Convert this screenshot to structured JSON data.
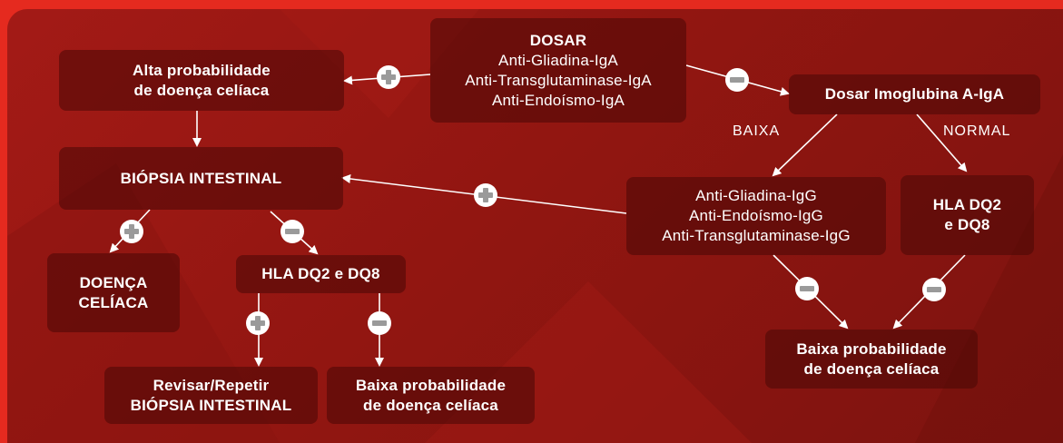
{
  "nodes": {
    "dosar": {
      "title": "DOSAR",
      "lines": [
        "Anti-Gliadina-IgA",
        "Anti-Transglutaminase-IgA",
        "Anti-Endoísmo-IgA"
      ]
    },
    "alta": {
      "lines": [
        "Alta probabilidade",
        "de doença celíaca"
      ]
    },
    "imoglubina": {
      "text": "Dosar Imoglubina A-IgA"
    },
    "biopsia": {
      "text": "BIÓPSIA INTESTINAL"
    },
    "igg": {
      "lines": [
        "Anti-Gliadina-IgG",
        "Anti-Endoísmo-IgG",
        "Anti-Transglutaminase-IgG"
      ]
    },
    "hla_right": {
      "lines": [
        "HLA DQ2",
        "e DQ8"
      ]
    },
    "doenca": {
      "lines": [
        "DOENÇA",
        "CELÍACA"
      ]
    },
    "hla_mid": {
      "text": "HLA DQ2 e DQ8"
    },
    "baixa_right": {
      "lines": [
        "Baixa probabilidade",
        "de doença celíaca"
      ]
    },
    "revisar": {
      "lines": [
        "Revisar/Repetir",
        "BIÓPSIA INTESTINAL"
      ]
    },
    "baixa_mid": {
      "lines": [
        "Baixa probabilidade",
        "de doença celíaca"
      ]
    }
  },
  "edge_labels": {
    "baixa": "BAIXA",
    "normal": "NORMAL"
  },
  "badges": {
    "plus": "plus-icon",
    "minus": "minus-icon"
  },
  "colors": {
    "background": "#e52a1f",
    "panel": "#921611",
    "box": "#4a0806",
    "badge": "#ffffff",
    "badge_symbol": "#9a9a9a",
    "text": "#ffffff"
  }
}
